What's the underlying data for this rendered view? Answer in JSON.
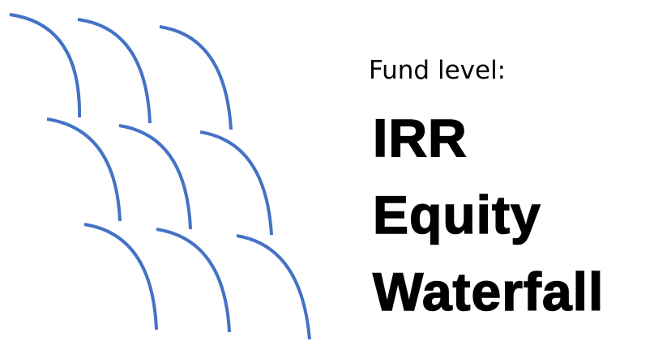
{
  "graphic": {
    "arc_color": "#4472c4",
    "arc_count": 9,
    "icon": "arc-wave-pattern-icon"
  },
  "text": {
    "fund_level": "Fund level:",
    "line1": "IRR",
    "line2": "Equity",
    "line3": "Waterfall"
  }
}
